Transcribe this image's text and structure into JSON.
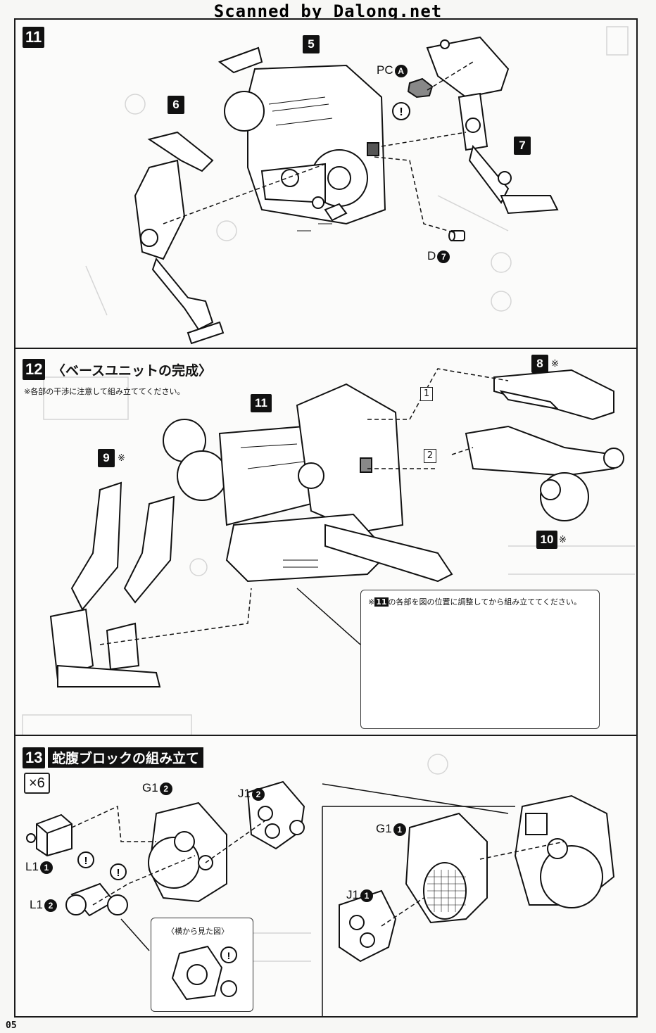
{
  "watermark": "Scanned by Dalong.net",
  "page_number": "05",
  "step11": {
    "number": "11",
    "part_tags": [
      "5",
      "6",
      "7"
    ],
    "pc_label": "PC",
    "pc_mark": "A",
    "d_label": "D",
    "d_mark": "7"
  },
  "step12": {
    "number": "12",
    "title": "〈ベースユニットの完成〉",
    "note": "※各部の干渉に注意して組み立ててください。",
    "part_tags": [
      "11",
      "8",
      "9",
      "10"
    ],
    "asterisk": "※",
    "sequence": [
      "1",
      "2"
    ],
    "inset_note_mark": "11",
    "inset_note": "の各部を図の位置に調整してから組み立ててください。"
  },
  "step13": {
    "number": "13",
    "title": "蛇腹ブロックの組み立て",
    "multiplier": "×6",
    "labels": {
      "g1_2": "G1",
      "g1_2_mark": "2",
      "j1_2": "J1",
      "j1_2_mark": "2",
      "l1_1": "L1",
      "l1_1_mark": "1",
      "l1_2": "L1",
      "l1_2_mark": "2",
      "g1_1": "G1",
      "g1_1_mark": "1",
      "j1_1": "J1",
      "j1_1_mark": "1"
    },
    "side_view_note": "〈横から見た図〉"
  },
  "colors": {
    "ink": "#111111",
    "paper": "#f7f7f5",
    "ghost": "#d5d5d5"
  }
}
